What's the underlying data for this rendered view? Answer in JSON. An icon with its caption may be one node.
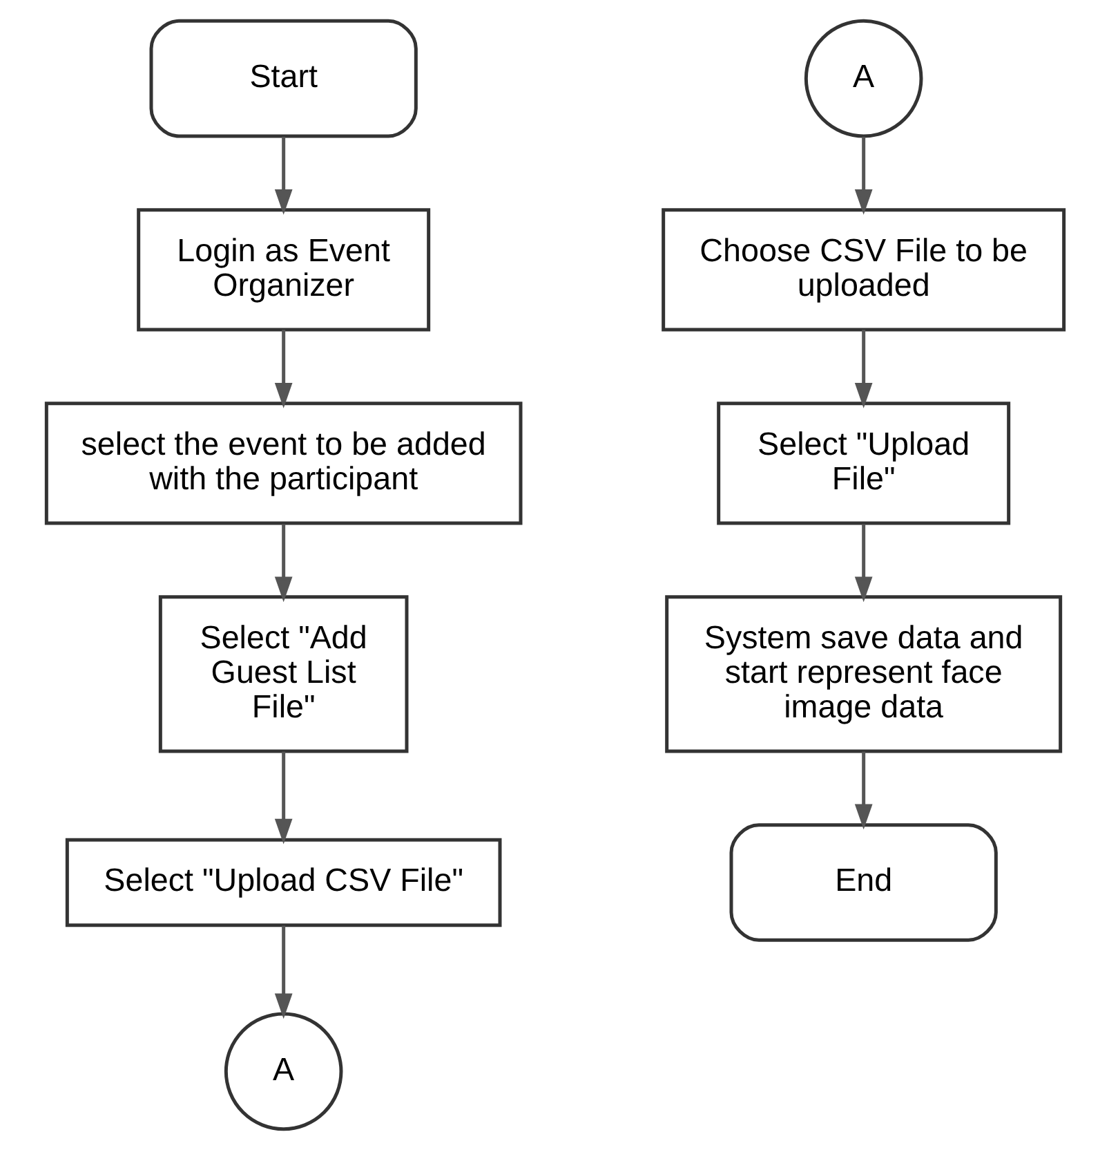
{
  "diagram": {
    "nodes": [
      {
        "text": [
          "Start"
        ]
      },
      {
        "text": [
          "Login as Event Organizer"
        ]
      },
      {
        "text": [
          "select the event to be added with the participant"
        ]
      },
      {
        "text": [
          "Select \"Add Guest List File\""
        ]
      },
      {
        "text": [
          "Select \"Upload CSV File\""
        ]
      },
      {
        "text": [
          "A"
        ]
      },
      {
        "text": [
          "A"
        ]
      },
      {
        "text": [
          "Choose CSV File to be uploaded"
        ]
      },
      {
        "text": [
          "Select \"Upload File\""
        ]
      },
      {
        "text": [
          "System save data and start represent face image data"
        ]
      },
      {
        "text": [
          "End"
        ]
      }
    ],
    "edges": [
      {
        "from": 0,
        "to": 1,
        "arrow": "to"
      },
      {
        "from": 1,
        "to": 2,
        "arrow": "to"
      },
      {
        "from": 2,
        "to": 3,
        "arrow": "to"
      },
      {
        "from": 3,
        "to": 4,
        "arrow": "to"
      },
      {
        "from": 4,
        "to": 5,
        "arrow": "to"
      },
      {
        "from": 6,
        "to": 7,
        "arrow": "to"
      },
      {
        "from": 7,
        "to": 8,
        "arrow": "to"
      },
      {
        "from": 8,
        "to": 9,
        "arrow": "to"
      },
      {
        "from": 9,
        "to": 10,
        "arrow": "to"
      }
    ]
  }
}
